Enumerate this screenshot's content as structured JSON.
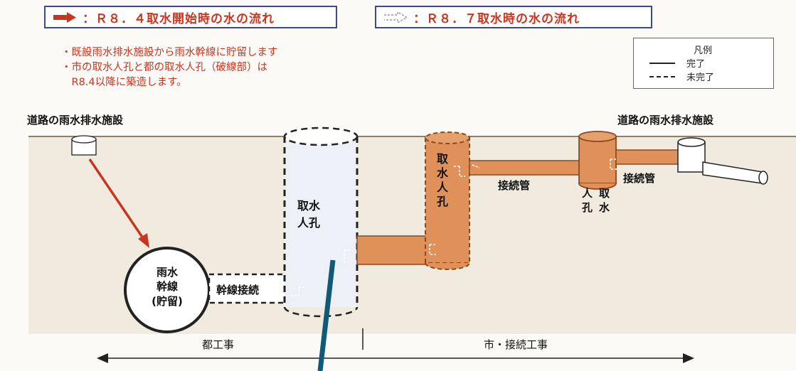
{
  "legend": {
    "r84_flow": "：Ｒ８．４取水開始時の水の流れ",
    "r87_flow": "：Ｒ８．７取水時の水の流れ"
  },
  "notes": [
    "・既設雨水排水施設から雨水幹線に貯留します",
    "・市の取水人孔と都の取水人孔（破線部）は",
    "　R8.4以降に築造します。"
  ],
  "key": {
    "title": "凡例",
    "complete": "完了",
    "incomplete": "未完了"
  },
  "labels": {
    "road_drain_left": "道路の雨水排水施設",
    "road_drain_right": "道路の雨水排水施設",
    "main_line": [
      "雨水",
      "幹線",
      "(貯留)"
    ],
    "main_conn": "幹線接続",
    "intake_metro": "取水\n人孔",
    "intake_city": "取水人孔",
    "conn_pipe_1": "接続管",
    "conn_pipe_2": "接続管",
    "small_hole": "人\n孔",
    "small_water": "取\n水",
    "work_metro": "都工事",
    "work_city": "市・接続工事"
  },
  "colors": {
    "flow_r84": "#c9361f",
    "city_pipe": "#e0915a",
    "ground": "#f1ebdf",
    "legend_border": "#3a4a8a",
    "marker_line": "#0f5a78"
  }
}
